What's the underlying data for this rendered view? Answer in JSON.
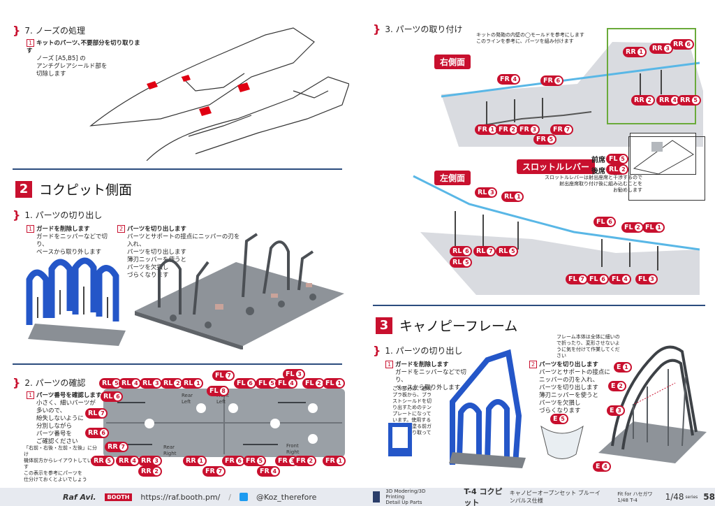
{
  "left": {
    "step7": {
      "title": "7. ノーズの処理"
    },
    "step7_note": {
      "num": "1",
      "lead": "キットのパーツ､不要部分を切り取ります",
      "body1": "ノーズ [A5,B5] の",
      "body2": "アンチグレアシールド部を",
      "body3": "切除します"
    },
    "section2": {
      "num": "2",
      "title": "コクピット側面"
    },
    "step1": {
      "title": "1. パーツの切り出し"
    },
    "cut_note1": {
      "num": "1",
      "lead": "ガードを削除します",
      "body1": "ガードをニッパーなどで切り、",
      "body2": "ベースから取り外します"
    },
    "cut_note2": {
      "num": "2",
      "lead": "パーツを切り出します",
      "body1": "パーツとサポートの接点にニッパーの刃を入れ、",
      "body2": "パーツを切り出します",
      "body3": "薄刃ニッパーを使うと",
      "body4": "パーツを欠損し",
      "body5": "づらくなります"
    },
    "step2": {
      "title": "2. パーツの確認"
    },
    "check_note": {
      "num": "1",
      "lead": "パーツ番号を確認します",
      "body1": "小さく、細いパーツが",
      "body2": "多いので、",
      "body3": "紛失しないように",
      "body4": "分別しながら",
      "body5": "パーツ番号を",
      "body6": "ご確認ください",
      "small1": "「右前・右後・左前・左後」に分け",
      "small2": "機体前方からレイアウトしています",
      "small3": "この表示を参考にパーツを",
      "small4": "仕分けておくとよいでしょう"
    },
    "plate_labels": {
      "rear_left": "Rear\nLeft",
      "front_left": "Front\nLeft",
      "rear_right": "Rear\nRight",
      "front_right": "Front\nRight"
    },
    "tags_top": [
      {
        "p": "RL",
        "n": "5"
      },
      {
        "p": "RL",
        "n": "4"
      },
      {
        "p": "RL",
        "n": "3"
      },
      {
        "p": "RL",
        "n": "2"
      },
      {
        "p": "RL",
        "n": "1"
      },
      {
        "p": "FL",
        "n": "8"
      },
      {
        "p": "FL",
        "n": "7"
      },
      {
        "p": "FL",
        "n": "6"
      },
      {
        "p": "FL",
        "n": "5"
      },
      {
        "p": "FL",
        "n": "4"
      },
      {
        "p": "FL",
        "n": "3"
      },
      {
        "p": "FL",
        "n": "2"
      },
      {
        "p": "FL",
        "n": "1"
      }
    ],
    "tags_side": [
      {
        "p": "RL",
        "n": "6"
      },
      {
        "p": "RL",
        "n": "7"
      },
      {
        "p": "RR",
        "n": "6"
      },
      {
        "p": "RR",
        "n": "7"
      }
    ],
    "tags_bottom": [
      {
        "p": "RR",
        "n": "5"
      },
      {
        "p": "RR",
        "n": "4"
      },
      {
        "p": "RR",
        "n": "3"
      },
      {
        "p": "RR",
        "n": "2"
      },
      {
        "p": "RR",
        "n": "1"
      },
      {
        "p": "FR",
        "n": "7"
      },
      {
        "p": "FR",
        "n": "6"
      },
      {
        "p": "FR",
        "n": "5"
      },
      {
        "p": "FR",
        "n": "4"
      },
      {
        "p": "FR",
        "n": "3"
      },
      {
        "p": "FR",
        "n": "2"
      },
      {
        "p": "FR",
        "n": "1"
      }
    ],
    "footer": {
      "brand": "Raf Avi.",
      "booth": "BOOTH",
      "url": "https://raf.booth.pm/",
      "twitter": "@Koz_therefore"
    }
  },
  "right": {
    "step3": {
      "title": "3. パーツの取り付け"
    },
    "hint_top1": "キットの発砲の内壁の◯モールドを参考にします",
    "hint_top2": "このラインを参考に、パーツを組み付けます",
    "right_side": "右側面",
    "left_side": "左側面",
    "throttle": "スロットルレバー",
    "front_seat": "前席",
    "rear_seat": "後席",
    "throttle_note1": "スロットルレバーは射出座席と干渉するので",
    "throttle_note2": "射出座席取り付け後に組み込むことを",
    "throttle_note3": "お勧めします",
    "tags_right_upper": [
      {
        "p": "RR",
        "n": "1"
      },
      {
        "p": "RR",
        "n": "3"
      },
      {
        "p": "RR",
        "n": "6"
      },
      {
        "p": "RR",
        "n": "2"
      },
      {
        "p": "RR",
        "n": "4"
      },
      {
        "p": "RR",
        "n": "5"
      }
    ],
    "tags_fr": [
      {
        "p": "FR",
        "n": "4"
      },
      {
        "p": "FR",
        "n": "6"
      },
      {
        "p": "FR",
        "n": "1"
      },
      {
        "p": "FR",
        "n": "2"
      },
      {
        "p": "FR",
        "n": "3"
      },
      {
        "p": "FR",
        "n": "7"
      },
      {
        "p": "FR",
        "n": "5"
      }
    ],
    "tags_fl_throttle": [
      {
        "p": "FL",
        "n": "5"
      },
      {
        "p": "RL",
        "n": "2"
      }
    ],
    "tags_left": [
      {
        "p": "RL",
        "n": "3"
      },
      {
        "p": "RL",
        "n": "1"
      },
      {
        "p": "FL",
        "n": "6"
      },
      {
        "p": "FL",
        "n": "2"
      },
      {
        "p": "FL",
        "n": "1"
      },
      {
        "p": "RL",
        "n": "6"
      },
      {
        "p": "RL",
        "n": "7"
      },
      {
        "p": "RL",
        "n": "5"
      },
      {
        "p": "RL",
        "n": "5"
      }
    ],
    "tags_left_bottom": [
      {
        "p": "FL",
        "n": "7"
      },
      {
        "p": "FL",
        "n": "6"
      },
      {
        "p": "FL",
        "n": "4"
      },
      {
        "p": "FL",
        "n": "3"
      }
    ],
    "section3": {
      "num": "3",
      "title": "キャノピーフレーム"
    },
    "step1": {
      "title": "1. パーツの切り出し"
    },
    "cut_note1": {
      "num": "1",
      "lead": "ガードを削除します",
      "body1": "ガードをニッパーなどで切り、",
      "body2": "ベースから取り外します"
    },
    "guard_note": "この部分は、透明プラ板から、ブラストシールドを切り出すためのテンプレートになっています。使用する場合は、塗る前ガードを切り取ってください",
    "cut_note2": {
      "num": "2",
      "lead": "パーツを切り出します",
      "body1": "パーツとサポートの接点に",
      "body2": "ニッパーの刃を入れ、",
      "body3": "パーツを切り出します",
      "body4": "薄刃ニッパーを使うと",
      "body5": "パーツを欠損し",
      "body6": "づらくなります"
    },
    "frame_note": "フレーム本体は全体に細いので折ったり、変形させないように気を付けて作業してください",
    "tags_e": [
      {
        "p": "E",
        "n": "1"
      },
      {
        "p": "E",
        "n": "2"
      },
      {
        "p": "E",
        "n": "3"
      },
      {
        "p": "E",
        "n": "4"
      },
      {
        "p": "E",
        "n": "5"
      }
    ],
    "footer": {
      "maker1": "3D Modering/3D Printing",
      "maker2": "Detail Up Parts",
      "product": "T-4 コクピット",
      "variant": "キャノピーオープンセット ブルーインパルス仕様",
      "fit": "Fit for ハセガワ 1/48 T-4",
      "scale": "1/48",
      "series": "series",
      "page": "58"
    }
  }
}
